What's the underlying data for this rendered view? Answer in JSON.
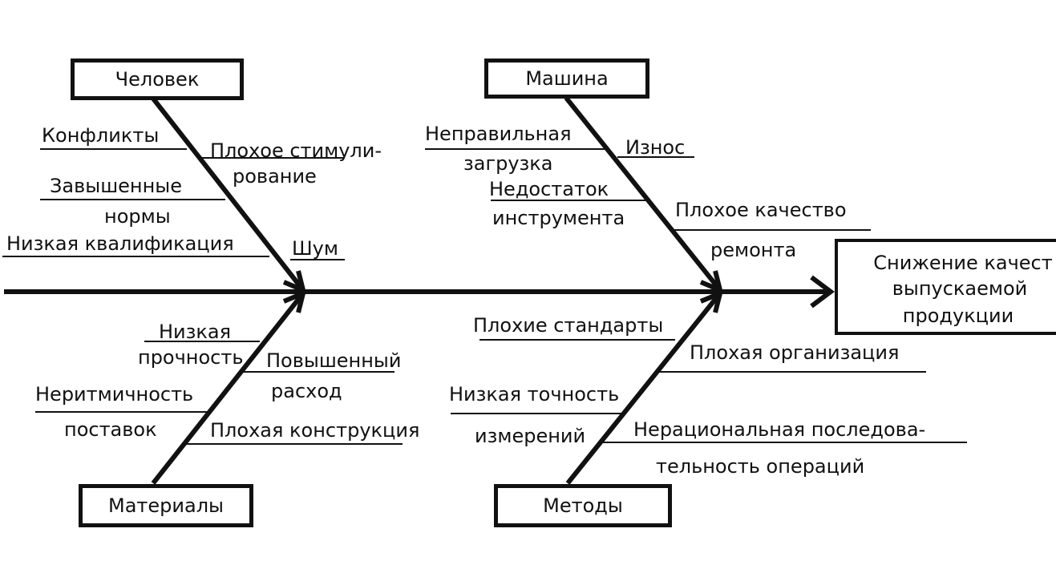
{
  "effect": {
    "lines": [
      "Снижение качест",
      "выпускаемой",
      "продукции"
    ]
  },
  "categories": {
    "man": "Человек",
    "machine": "Машина",
    "materials": "Материалы",
    "methods": "Методы"
  },
  "causes": {
    "man": {
      "conflicts": "Конфликты",
      "bad_stimulation_1": "Плохое стимули-",
      "bad_stimulation_2": "рование",
      "high_norms_1": "Завышенные",
      "high_norms_2": "нормы",
      "low_qualification": "Низкая квалификация",
      "noise": "Шум"
    },
    "machine": {
      "wrong_load_1": "Неправильная",
      "wrong_load_2": "загрузка",
      "wear": "Износ",
      "tool_lack_1": "Недостаток",
      "tool_lack_2": "инструмента",
      "bad_repair_1": "Плохое качество",
      "bad_repair_2": "ремонта"
    },
    "materials": {
      "low_strength_1": "Низкая",
      "low_strength_2": "прочность",
      "high_consumption_1": "Повышенный",
      "high_consumption_2": "расход",
      "irregular_supply_1": "Неритмичность",
      "irregular_supply_2": "поставок",
      "bad_design": "Плохая конструкция"
    },
    "methods": {
      "bad_standards": "Плохие стандарты",
      "bad_organization": "Плохая организация",
      "low_accuracy_1": "Низкая точность",
      "low_accuracy_2": "измерений",
      "irrational_sequence_1": "Нерациональная последова-",
      "irrational_sequence_2": "тельность операций"
    }
  }
}
